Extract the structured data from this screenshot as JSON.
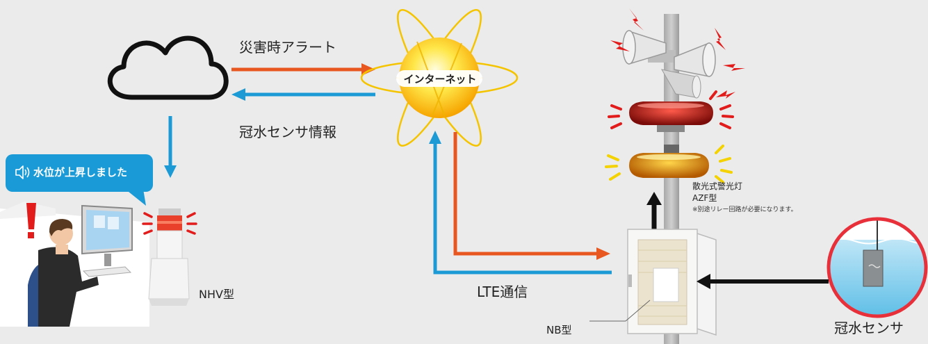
{
  "labels": {
    "disaster_alert": "災害時アラート",
    "sensor_info": "冠水センサ情報",
    "internet": "インターネット",
    "lte": "LTE通信",
    "nhv": "NHV型",
    "nb": "NB型",
    "sensor": "冠水センサ",
    "azf_name": "散光式警光灯",
    "azf_model": "AZF型",
    "azf_note": "※別途リレー回路が必要になります。"
  },
  "bubble": {
    "text": "水位が上昇しました",
    "icon": "speaker-icon"
  },
  "colors": {
    "alert_arrow": "#e8571f",
    "info_arrow": "#1b9ad6",
    "black_arrow": "#111111",
    "bubble": "#1a9bd7",
    "background": "#ebebeb"
  }
}
